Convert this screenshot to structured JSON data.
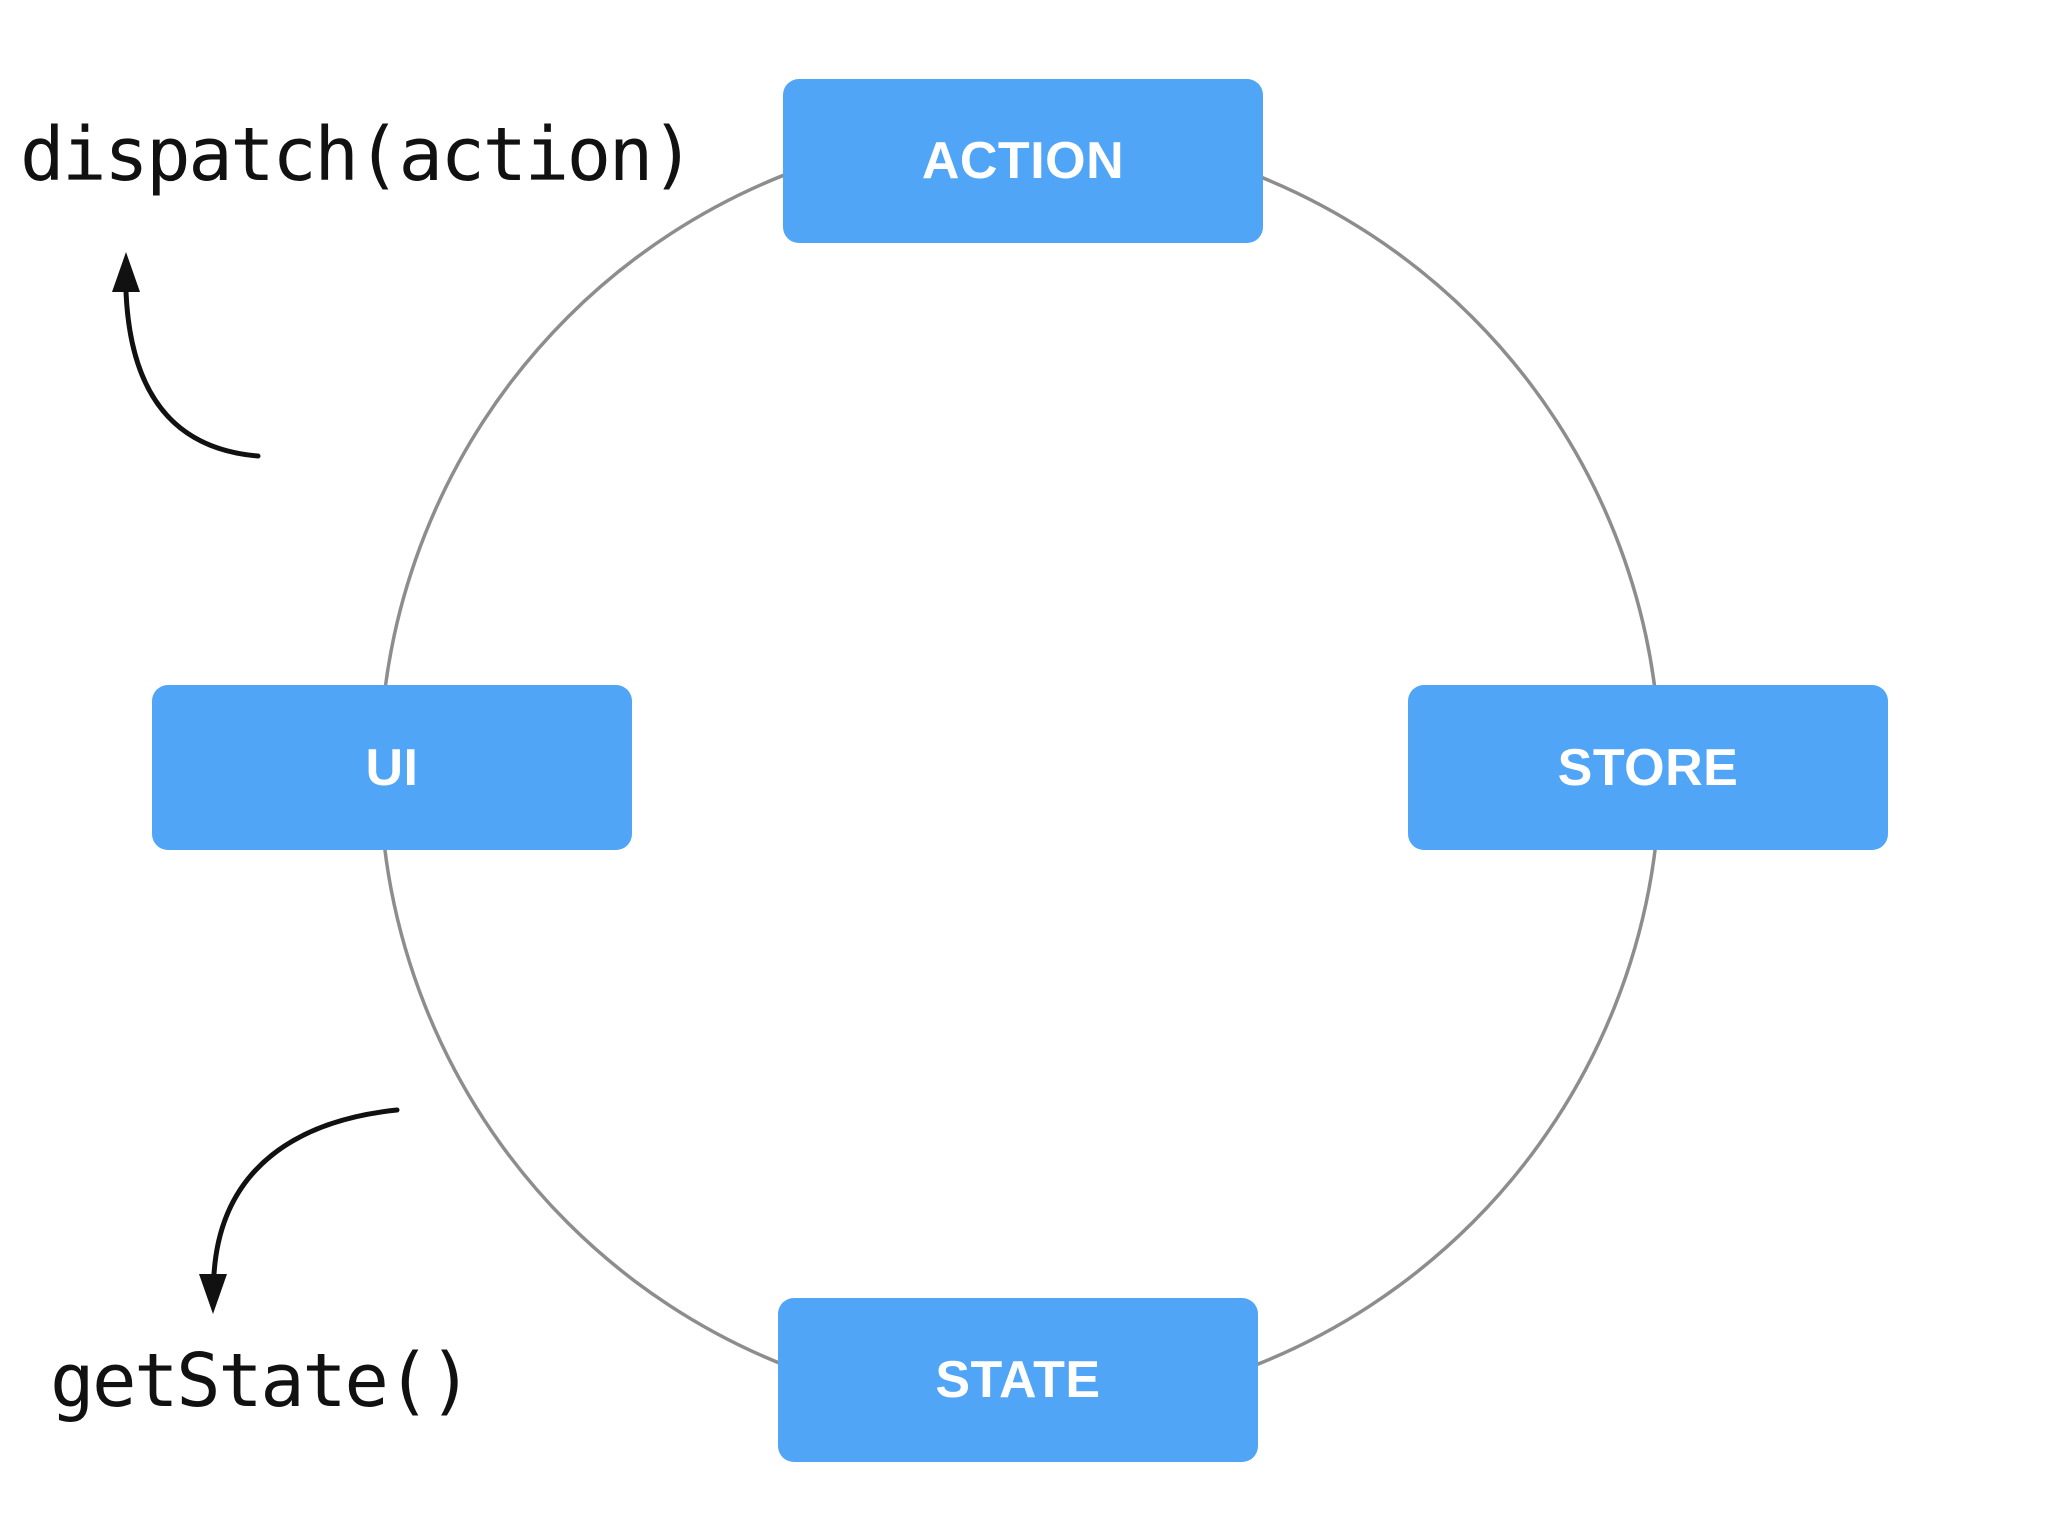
{
  "colors": {
    "background": "#ffffff",
    "node_fill": "#50a5f6",
    "node_text": "#ffffff",
    "circle_stroke": "#8d8d8d",
    "arrow_stroke": "#111111",
    "code_text": "#111111"
  },
  "diagram": {
    "type": "cycle",
    "nodes": [
      {
        "id": "action",
        "label": "ACTION"
      },
      {
        "id": "store",
        "label": "STORE"
      },
      {
        "id": "state",
        "label": "STATE"
      },
      {
        "id": "ui",
        "label": "UI"
      }
    ],
    "annotations": [
      {
        "id": "dispatch",
        "text": "dispatch(action)"
      },
      {
        "id": "getstate",
        "text": "getState()"
      }
    ]
  }
}
